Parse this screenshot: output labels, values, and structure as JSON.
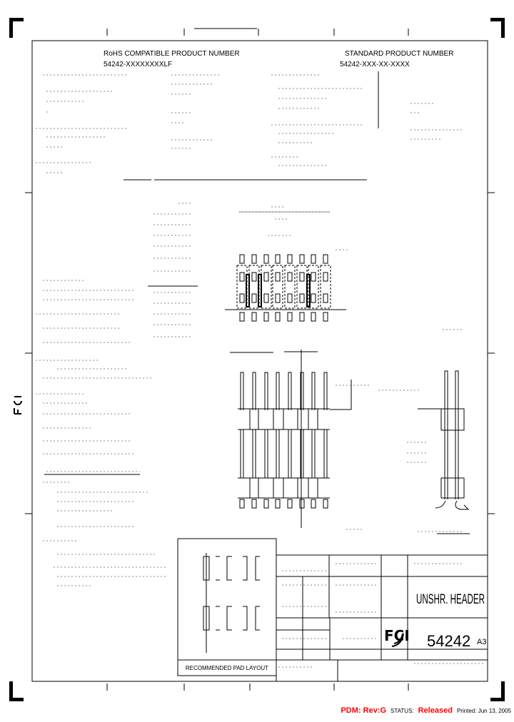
{
  "drawing": {
    "rohs_label": "RoHS COMPATIBLE PRODUCT NUMBER",
    "rohs_number": "54242-XXXXXXXXLF",
    "standard_label": "STANDARD PRODUCT NUMBER",
    "standard_number": "54242-XXX-XX-XXXX",
    "pad_layout_label": "RECOMMENDED PAD LAYOUT"
  },
  "title_block": {
    "title": "UNSHR. HEADER",
    "drawing_number": "54242",
    "sheet_size": "A3",
    "logo": "FCI"
  },
  "status_bar": {
    "pdm": "PDM: Rev:G",
    "status_label": "STATUS:",
    "status_value": "Released",
    "printed": "Printed: Jun 13, 2005"
  },
  "colors": {
    "line": "#000000",
    "status_red": "#ff0000"
  }
}
